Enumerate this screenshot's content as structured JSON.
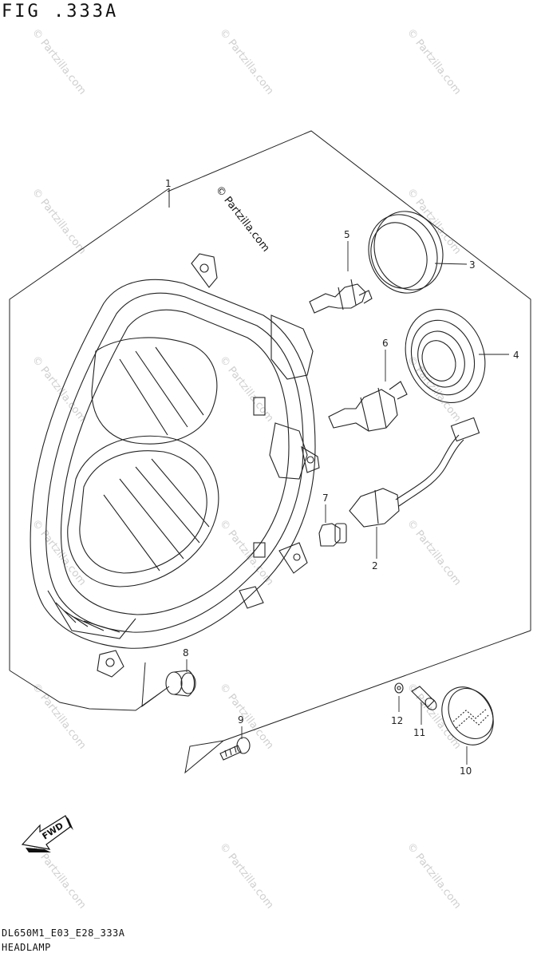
{
  "figure": {
    "title": "FIG .333A",
    "code": "DL650M1_E03_E28_333A",
    "caption": "HEADLAMP"
  },
  "watermark": {
    "text": "© Partzilla.com"
  },
  "fwd_label": "FWD",
  "callouts": [
    {
      "num": "1"
    },
    {
      "num": "2"
    },
    {
      "num": "3"
    },
    {
      "num": "4"
    },
    {
      "num": "5"
    },
    {
      "num": "6"
    },
    {
      "num": "7"
    },
    {
      "num": "8"
    },
    {
      "num": "9"
    },
    {
      "num": "10"
    },
    {
      "num": "11"
    },
    {
      "num": "12"
    }
  ]
}
